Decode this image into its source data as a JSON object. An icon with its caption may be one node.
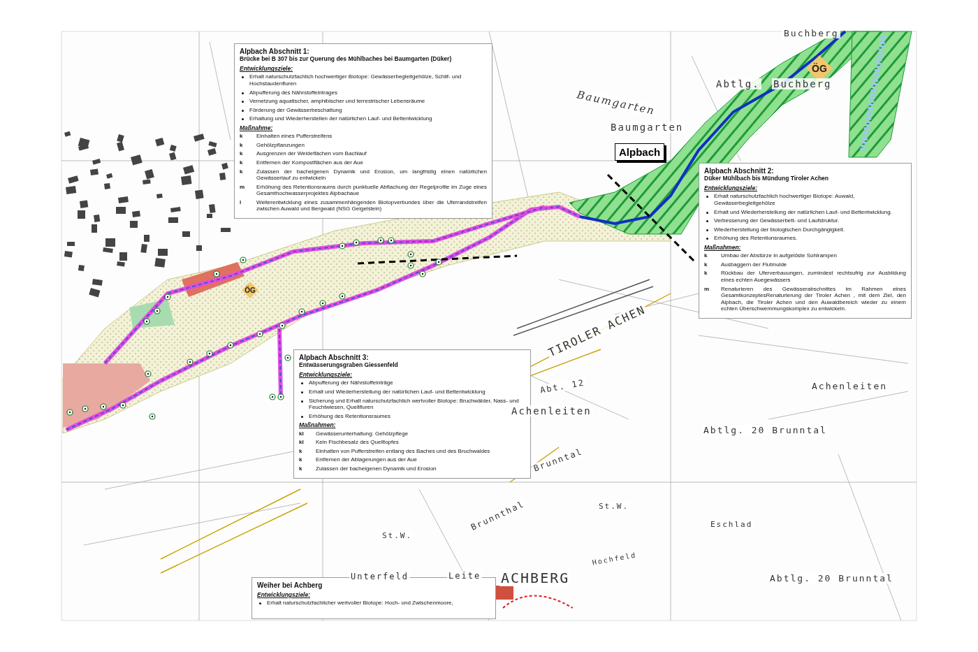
{
  "diagram": {
    "nodes": [
      {
        "text": [
          "Alpbach Abschnitt 1:",
          "Brücke bei B 307 bis zur Querung des Mühlbaches bei Baumgarten (Düker)",
          "Entwicklungsziele:",
          "Erhalt naturschutzfachlich hochwertiger Biotope: Gewässerbegleitgehölze, Schilf- und Hochstaudenfluren",
          "Abpufferung des Nährstoffeintrages",
          "Vernetzung aquatischer, amphibischer und terrestrischer Lebensräume",
          "Förderung der Gewässerbeschattung",
          "Erhaltung und Wiederherstellen der natürlichen Lauf- und Bettentwicklung",
          "Maßnahme:",
          "k",
          "Einhalten eines Pufferstreifens",
          "k",
          "Gehölzpflanzungen",
          "k",
          "Ausgrenzen der Weideflächen vom Bachlauf",
          "k",
          "Entfernen der Kompostflächen aus der Aue",
          "k",
          "Zulassen der bacheigenen Dynamik und Erosion, um langfristig einen natürlichen Gewässerlauf zu entwickeln",
          "m",
          "Erhöhung des Retentionsraums durch punktuelle Abflachung der Regelprofile im Zuge eines Gesamthochwasserprojektes Alpbachaue",
          "l",
          "Weiterentwicklung eines zusammenhängenden Biotopverbundes über die Uferrandstreifen zwischen Auwald und Bergwald (NSG Geigelstein)"
        ]
      },
      {
        "text": [
          "ÖG"
        ]
      },
      {
        "text": [
          "Alpbach"
        ]
      },
      {
        "text": [
          "Alpbach Abschnitt 2:",
          "Düker Mühlbach bis Mündung Tiroler Achen",
          "Entwicklungsziele:",
          "Erhalt naturschutzfachlich hochwertiger Biotope: Auwald, Gewässerbegleitgehölze",
          "Erhalt und Wiederherstellung der natürlichen Lauf- und Bettentwicklung.",
          "Verbesserung der Gewässerbett- und Laufstruktur.",
          "Wiederherstellung der biologischen Durchgängigkeit.",
          "Erhöhung des Retentionsraumes.",
          "Maßnahmen:",
          "k",
          "Umbau der Abstürze in aufgelöste Sohlrampen",
          "k",
          "Ausbaggern der Flutmulde",
          "k",
          "Rückbau der Uferverbauungen, zumindest rechtsufrig zur Ausbildung eines echten Auegewässers",
          "m",
          "Renaturieren des Gewässerabschnittes im Rahmen eines GesamtkonzeptesRenaturierung der Tiroler Achen , mit dem Ziel, den Alpbach, die Tiroler Achen und den Auwaldbereich wieder zu einem echten Überschwemmungskomplex zu entwickeln."
        ]
      },
      {
        "text": [
          "ÖG"
        ]
      },
      {
        "text": [
          "Alpbach Abschnitt 3:",
          "Entwässerungsgraben Giessenfeld",
          "Entwicklungsziele:",
          "Abpufferung der Nährstoffeinträge",
          "Erhalt und Wiederherstellung der natürlichen Lauf- und Bettentwicklung",
          "Sicherung und Erhalt naturschutzfachlich wertvoller Biotope: Bruchwälder, Nass- und Feuchtwiesen, Quellfluren",
          "Erhöhung des Retentionsraumes",
          "Maßnahmen:",
          "kl",
          "Gewässerunterhaltung: Gehölzpflege",
          "kl",
          "Kein Fischbesatz des Quelltopfes",
          "k",
          "Einhalten von Pufferstreifen entlang des Baches und des Bruchwaldes",
          "k",
          "Entfernen der Ablagerungen aus der Aue",
          "k",
          "Zulassen der bacheigenen Dynamik und Erosion"
        ]
      },
      {
        "text": [
          "Weiher bei Achberg",
          "Entwicklungsziele:",
          "Erhalt naturschutzfachlicher wertvoller Biotope: Hoch- und Zwischenmoore,"
        ]
      }
    ],
    "labels": [
      "Buchberg",
      "Abtlg.",
      "Buchberg",
      "Baumgarten",
      "Baumgarten",
      "Achenleiten",
      "TIROLER ACHEN",
      "Abt. 12",
      "Achenleiten",
      "Abtlg. 20 Brunntal",
      "Brunntal",
      "Brunnthal",
      "St.W.",
      "St.W.",
      "Eschlad",
      "Unterfeld",
      "Leite",
      "ACHBERG",
      "Hochfeld",
      "Abtlg. 20 Brunntal"
    ]
  }
}
